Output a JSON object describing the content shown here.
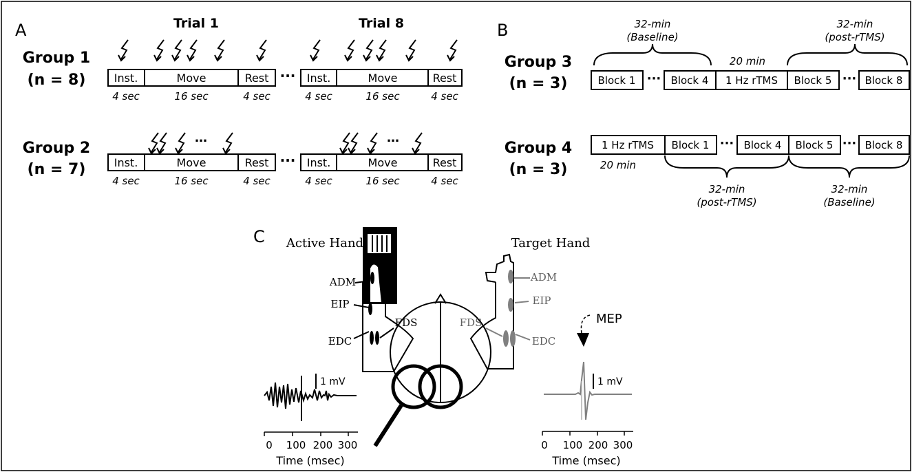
{
  "panel_a": {
    "label": "A",
    "trial_first": "Trial 1",
    "trial_last": "Trial 8",
    "groups": [
      {
        "name": "Group 1",
        "n": "(n = 8)"
      },
      {
        "name": "Group 2",
        "n": "(n = 7)"
      }
    ],
    "segments": {
      "inst": "Inst.",
      "move": "Move",
      "rest": "Rest"
    },
    "durations": {
      "inst": "4 sec",
      "move": "16 sec",
      "rest": "4 sec"
    },
    "ellipsis": "···",
    "stim_ellipsis": "…"
  },
  "panel_b": {
    "label": "B",
    "group3": {
      "name": "Group 3",
      "n": "(n = 3)",
      "blocks": [
        "Block 1",
        "Block 4",
        "1 Hz rTMS",
        "Block 5",
        "Block 8"
      ],
      "top_baseline": [
        "32-min",
        "(Baseline)"
      ],
      "top_mid": "20 min",
      "top_post": [
        "32-min",
        "(post-rTMS)"
      ]
    },
    "group4": {
      "name": "Group 4",
      "n": "(n = 3)",
      "blocks": [
        "1 Hz rTMS",
        "Block 1",
        "Block 4",
        "Block 5",
        "Block 8"
      ],
      "under_first": "20 min",
      "bottom_post": [
        "32-min",
        "(post-rTMS)"
      ],
      "bottom_baseline": [
        "32-min",
        "(Baseline)"
      ]
    }
  },
  "panel_c": {
    "label": "C",
    "active_hand": "Active Hand",
    "target_hand": "Target Hand",
    "muscles": {
      "adm": "ADM",
      "eip": "EIP",
      "fds": "FDS",
      "edc": "EDC"
    },
    "mep": "MEP",
    "scale": "1 mV",
    "ticks": [
      "0",
      "100",
      "200",
      "300"
    ],
    "xlabel": "Time (msec)"
  }
}
